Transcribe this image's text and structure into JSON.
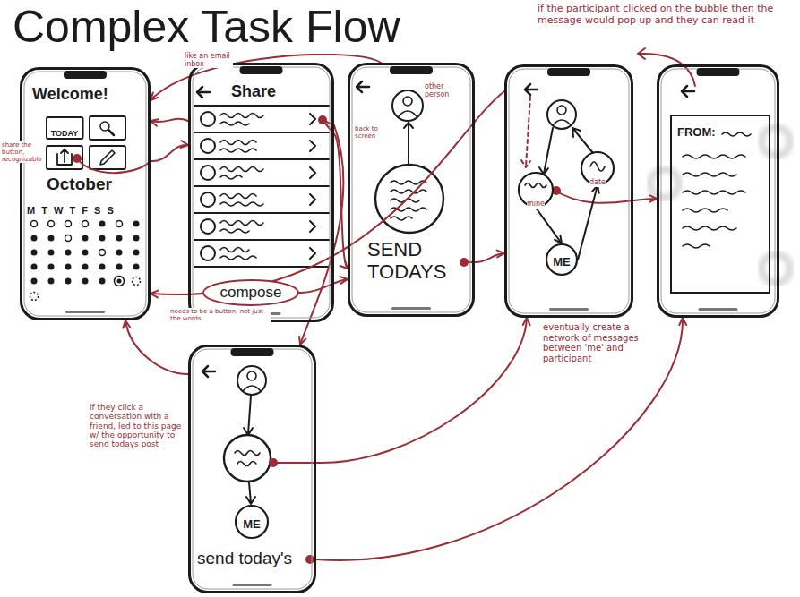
{
  "diagram": {
    "title": "Complex Task Flow",
    "nodes": [
      {
        "text": [
          "Welcome!",
          "October",
          "M T W T F S S"
        ]
      },
      {
        "text": [
          "TODAY"
        ],
        "in": 0
      },
      {
        "text": [
          "Share"
        ]
      },
      {
        "text": [
          "compose"
        ],
        "in": 2
      },
      {
        "text": [
          "SEND TODAYS"
        ]
      },
      {
        "text": []
      },
      {
        "text": [
          "mine"
        ],
        "in": 5
      },
      {
        "text": [
          "date"
        ],
        "in": 5
      },
      {
        "text": [
          "ME"
        ],
        "in": 5
      },
      {
        "text": []
      },
      {
        "text": [
          "FROM:"
        ],
        "in": 9
      },
      {
        "text": [
          "send today's"
        ]
      },
      {
        "text": [
          "ME"
        ],
        "in": 11
      }
    ],
    "edges": [
      {
        "from": 2,
        "to": 0,
        "arrow": "to"
      },
      {
        "from": 4,
        "to": 0,
        "arrow": "to"
      },
      {
        "from": 0,
        "to": 2,
        "arrow": "to"
      },
      {
        "from": 2,
        "to": 11,
        "arrow": "to"
      },
      {
        "from": 3,
        "to": 4,
        "arrow": "to"
      },
      {
        "from": 2,
        "to": 4,
        "arrow": "to"
      },
      {
        "from": 4,
        "to": 5,
        "arrow": "to"
      },
      {
        "from": 6,
        "to": 9,
        "arrow": "to"
      },
      {
        "from": 5,
        "to": 0,
        "arrow": "to"
      },
      {
        "from": 11,
        "to": 0,
        "arrow": "to"
      },
      {
        "from": 11,
        "to": 5,
        "arrow": "to"
      },
      {
        "from": 11,
        "to": 9,
        "arrow": "to"
      },
      {
        "from": 6,
        "to": 8,
        "arrow": "to"
      },
      {
        "from": 8,
        "to": 7,
        "arrow": "to"
      }
    ],
    "labels": [
      "like an email inbox",
      "share the button, recognizable",
      "other person",
      "back to screen",
      "if the participant clicked on the bubble then the message would pop up and they can read it",
      "needs to be a button, not just the words",
      "eventually create a network of messages between 'me' and participant",
      "if they click a conversation with a friend, led to this page w/ the opportunity to send todays post"
    ]
  }
}
